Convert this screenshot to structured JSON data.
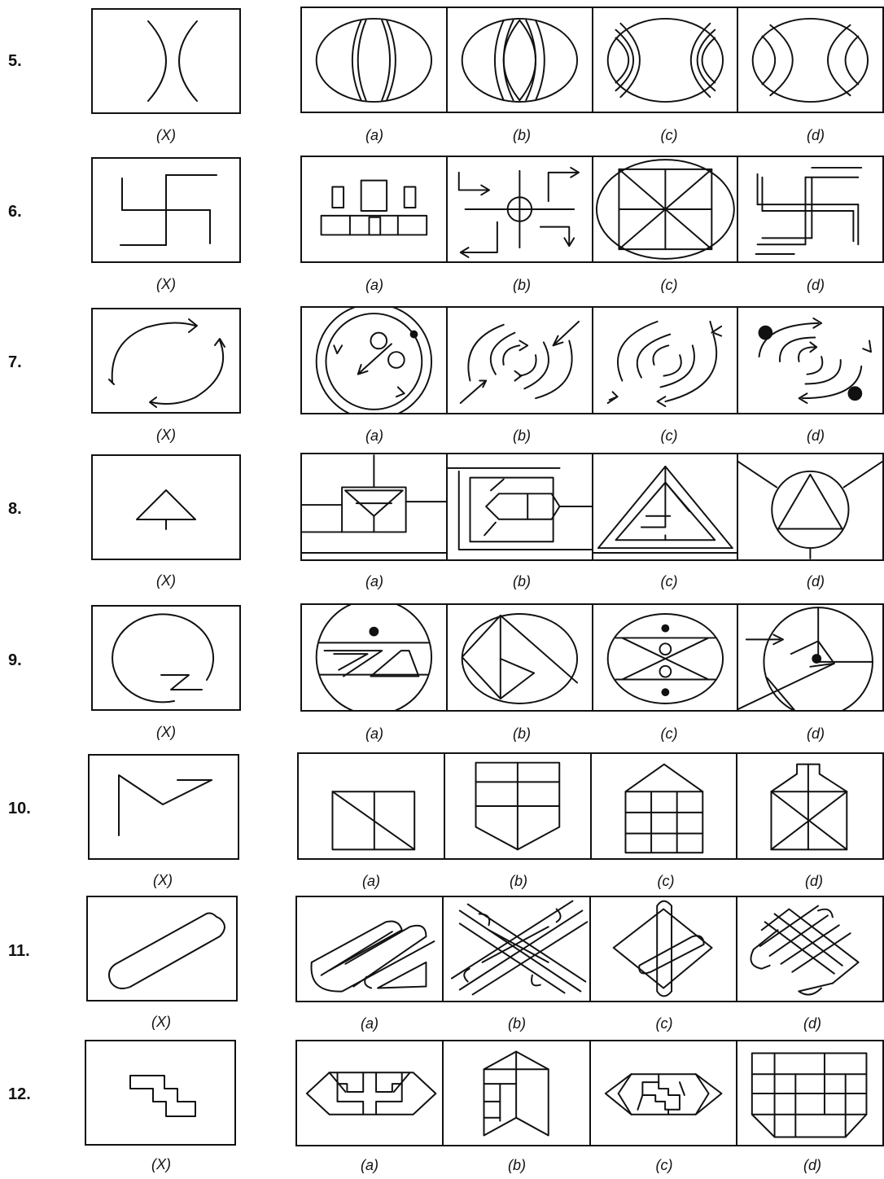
{
  "questions": [
    {
      "number": "5.",
      "question_label": "(X)",
      "option_labels": [
        "(a)",
        "(b)",
        "(c)",
        "(d)"
      ]
    },
    {
      "number": "6.",
      "question_label": "(X)",
      "option_labels": [
        "(a)",
        "(b)",
        "(c)",
        "(d)"
      ]
    },
    {
      "number": "7.",
      "question_label": "(X)",
      "option_labels": [
        "(a)",
        "(b)",
        "(c)",
        "(d)"
      ]
    },
    {
      "number": "8.",
      "question_label": "(X)",
      "option_labels": [
        "(a)",
        "(b)",
        "(c)",
        "(d)"
      ]
    },
    {
      "number": "9.",
      "question_label": "(X)",
      "option_labels": [
        "(a)",
        "(b)",
        "(c)",
        "(d)"
      ]
    },
    {
      "number": "10.",
      "question_label": "(X)",
      "option_labels": [
        "(a)",
        "(b)",
        "(c)",
        "(d)"
      ]
    },
    {
      "number": "11.",
      "question_label": "(X)",
      "option_labels": [
        "(a)",
        "(b)",
        "(c)",
        "(d)"
      ]
    },
    {
      "number": "12.",
      "question_label": "(X)",
      "option_labels": [
        "(a)",
        "(b)",
        "(c)",
        "(d)"
      ]
    }
  ]
}
